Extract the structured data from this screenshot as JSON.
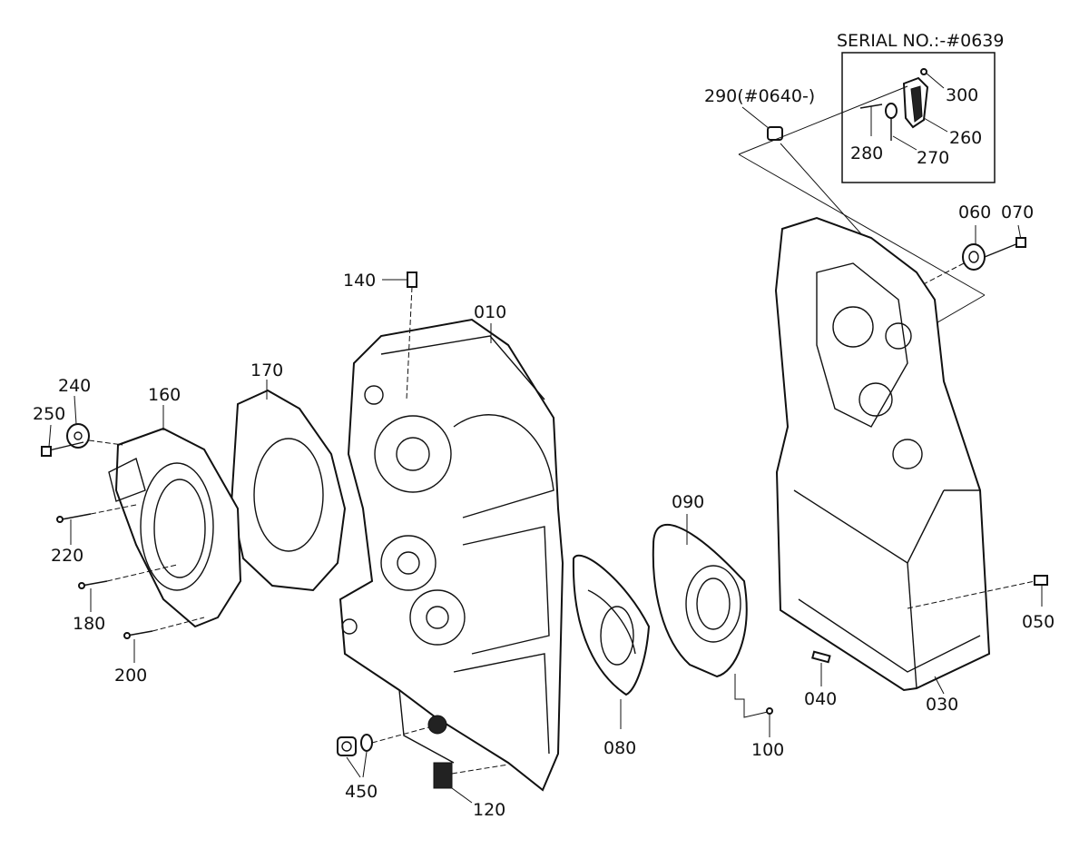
{
  "diagram": {
    "inset_title": "SERIAL NO.:-#0639",
    "labels": {
      "p290": "290(#0640-)",
      "p300": "300",
      "p260": "260",
      "p280": "280",
      "p270": "270",
      "p060": "060",
      "p070": "070",
      "p140": "140",
      "p010": "010",
      "p170": "170",
      "p240": "240",
      "p160": "160",
      "p250": "250",
      "p220": "220",
      "p180": "180",
      "p200": "200",
      "p090": "090",
      "p050": "050",
      "p040": "040",
      "p030": "030",
      "p080": "080",
      "p100": "100",
      "p450": "450",
      "p120": "120"
    }
  }
}
